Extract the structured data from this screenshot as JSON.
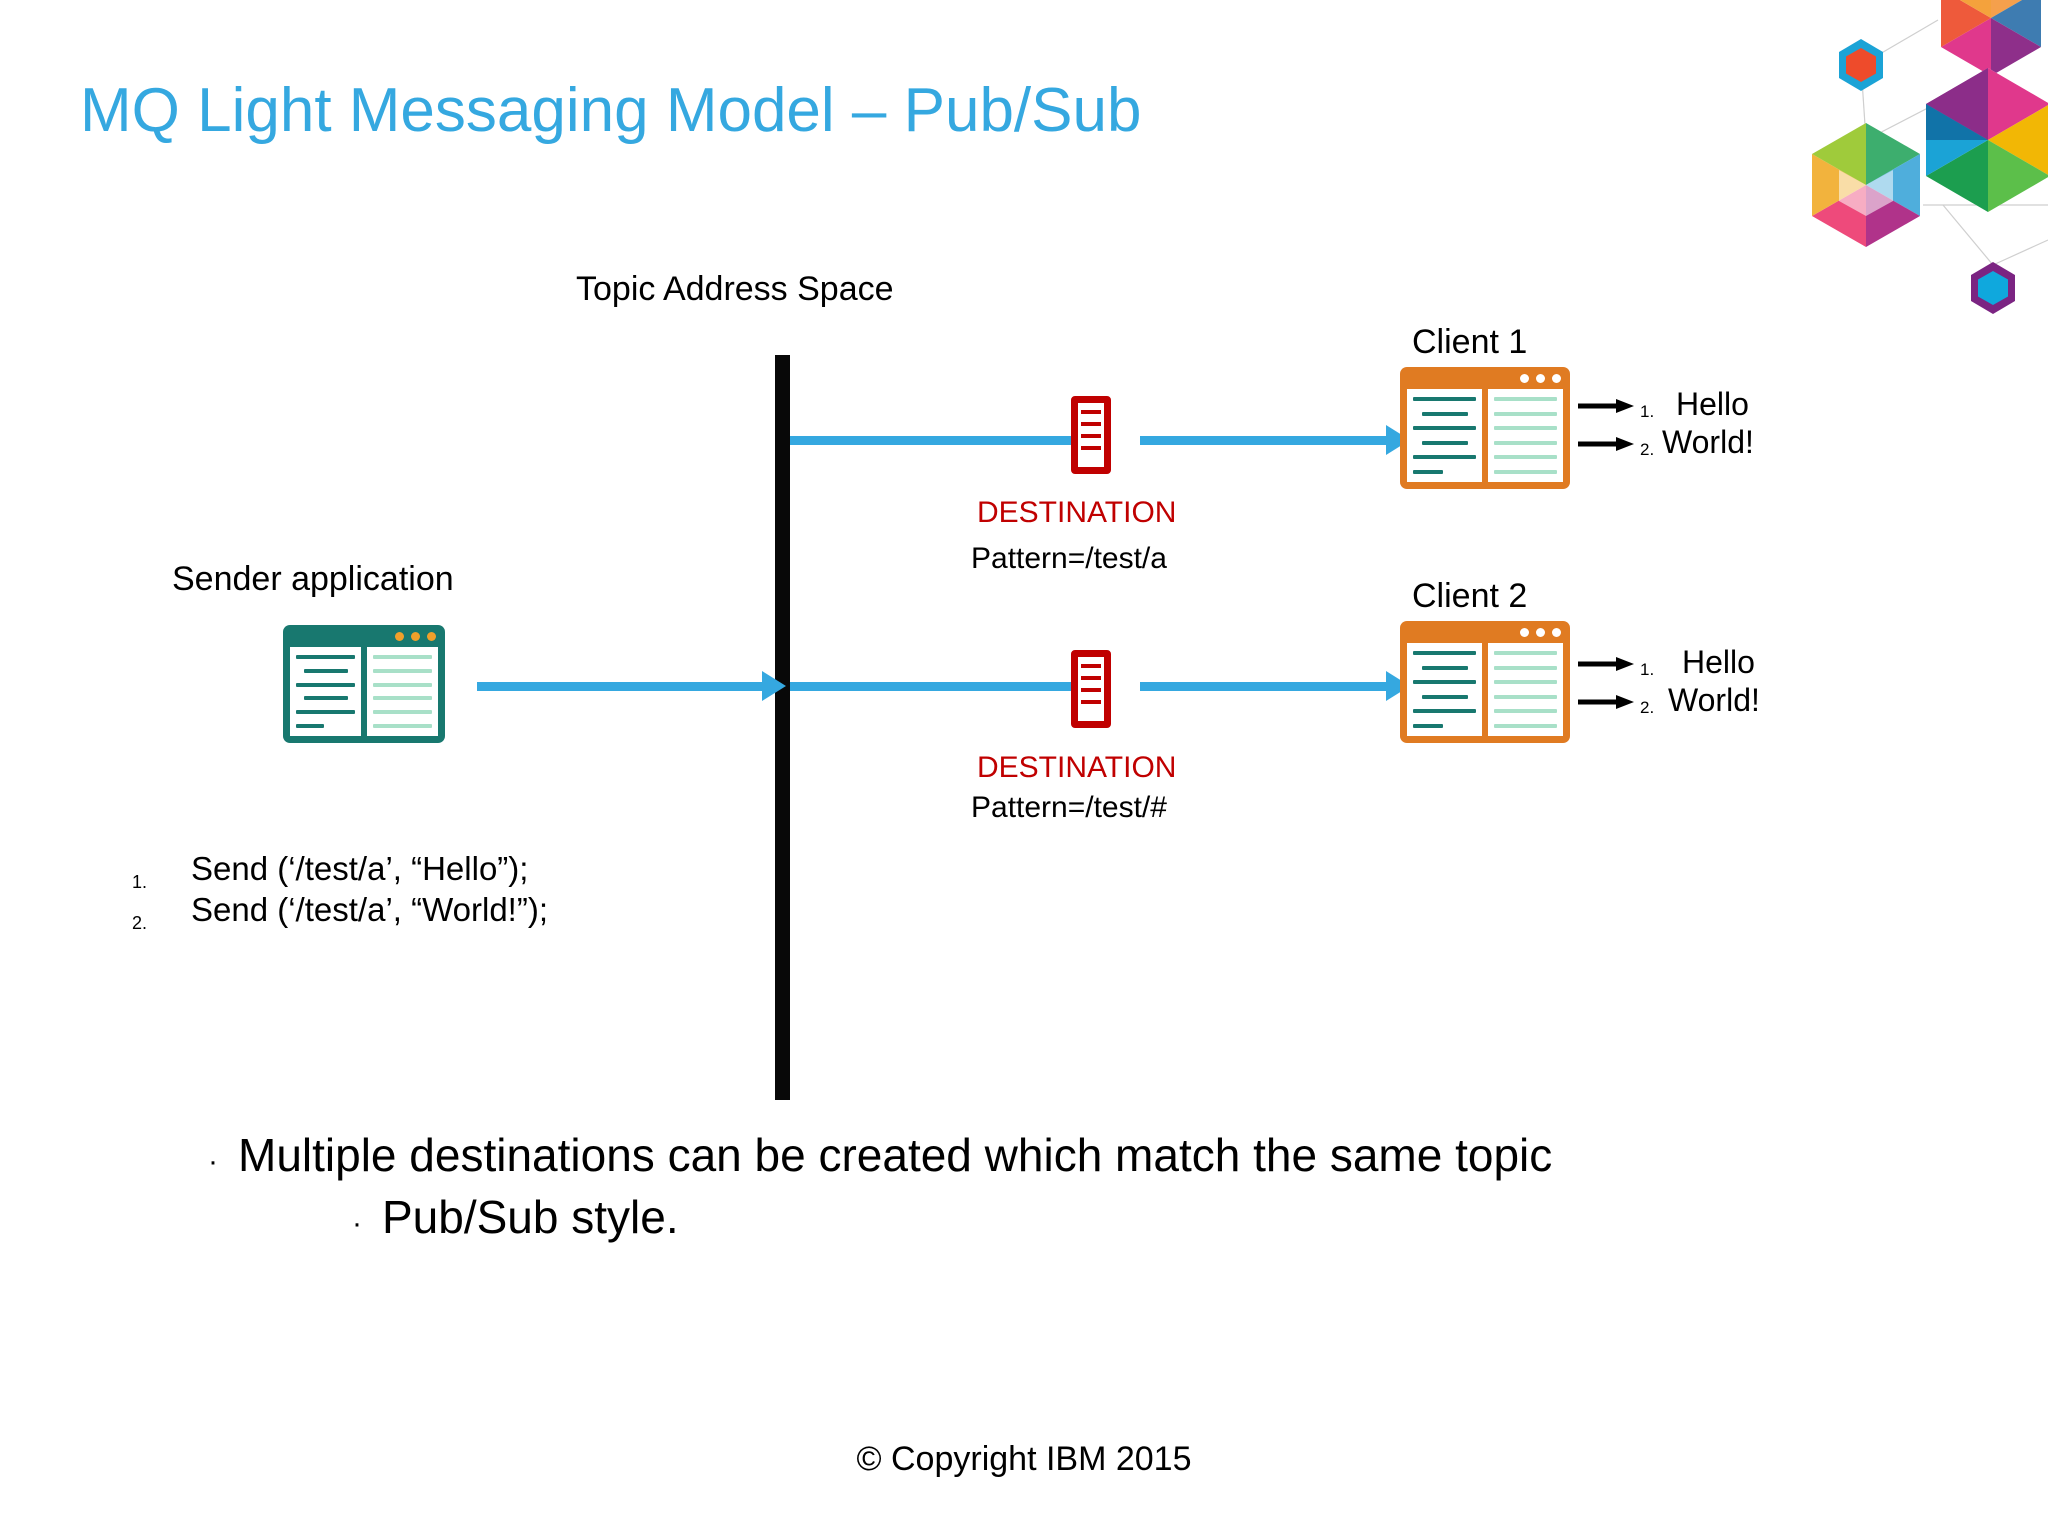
{
  "slide": {
    "title": "MQ Light Messaging Model – Pub/Sub",
    "title_color": "#35A8E0",
    "background": "#ffffff",
    "footer": "© Copyright IBM 2015"
  },
  "diagram": {
    "topic_address_space_label": "Topic Address Space",
    "topic_bar_color": "#080808",
    "connector_color": "#35A8E0",
    "sender": {
      "label": "Sender application",
      "icon": "app-window-icon",
      "icon_frame_color": "#18786F",
      "icon_dot_color": "#F0A02B"
    },
    "destinations": [
      {
        "title": "DESTINATION",
        "pattern": "Pattern=/test/a",
        "icon": "queue-destination-icon",
        "color": "#C00000"
      },
      {
        "title": "DESTINATION",
        "pattern": "Pattern=/test/#",
        "icon": "queue-destination-icon",
        "color": "#C00000"
      }
    ],
    "clients": [
      {
        "label": "Client 1",
        "icon": "app-window-icon",
        "icon_frame_color": "#E07B22",
        "icon_dot_color": "#FFFFFF",
        "messages": [
          {
            "num": "1.",
            "text": "Hello"
          },
          {
            "num": "2.",
            "text": "World!"
          }
        ]
      },
      {
        "label": "Client 2",
        "icon": "app-window-icon",
        "icon_frame_color": "#E07B22",
        "icon_dot_color": "#FFFFFF",
        "messages": [
          {
            "num": "1.",
            "text": "Hello"
          },
          {
            "num": "2.",
            "text": "World!"
          }
        ]
      }
    ],
    "send_calls": [
      {
        "num": "1.",
        "code": "Send (‘/test/a’, “Hello”);"
      },
      {
        "num": "2.",
        "code": "Send (‘/test/a’, “World!”);"
      }
    ]
  },
  "bullets": [
    {
      "marker": "·",
      "text": "Multiple destinations can be created which match the same topic",
      "level": 1
    },
    {
      "marker": "·",
      "text": "Pub/Sub style.",
      "level": 2
    }
  ],
  "decoration": {
    "hex_graphic": "ibm-hexagon-network-graphic"
  }
}
